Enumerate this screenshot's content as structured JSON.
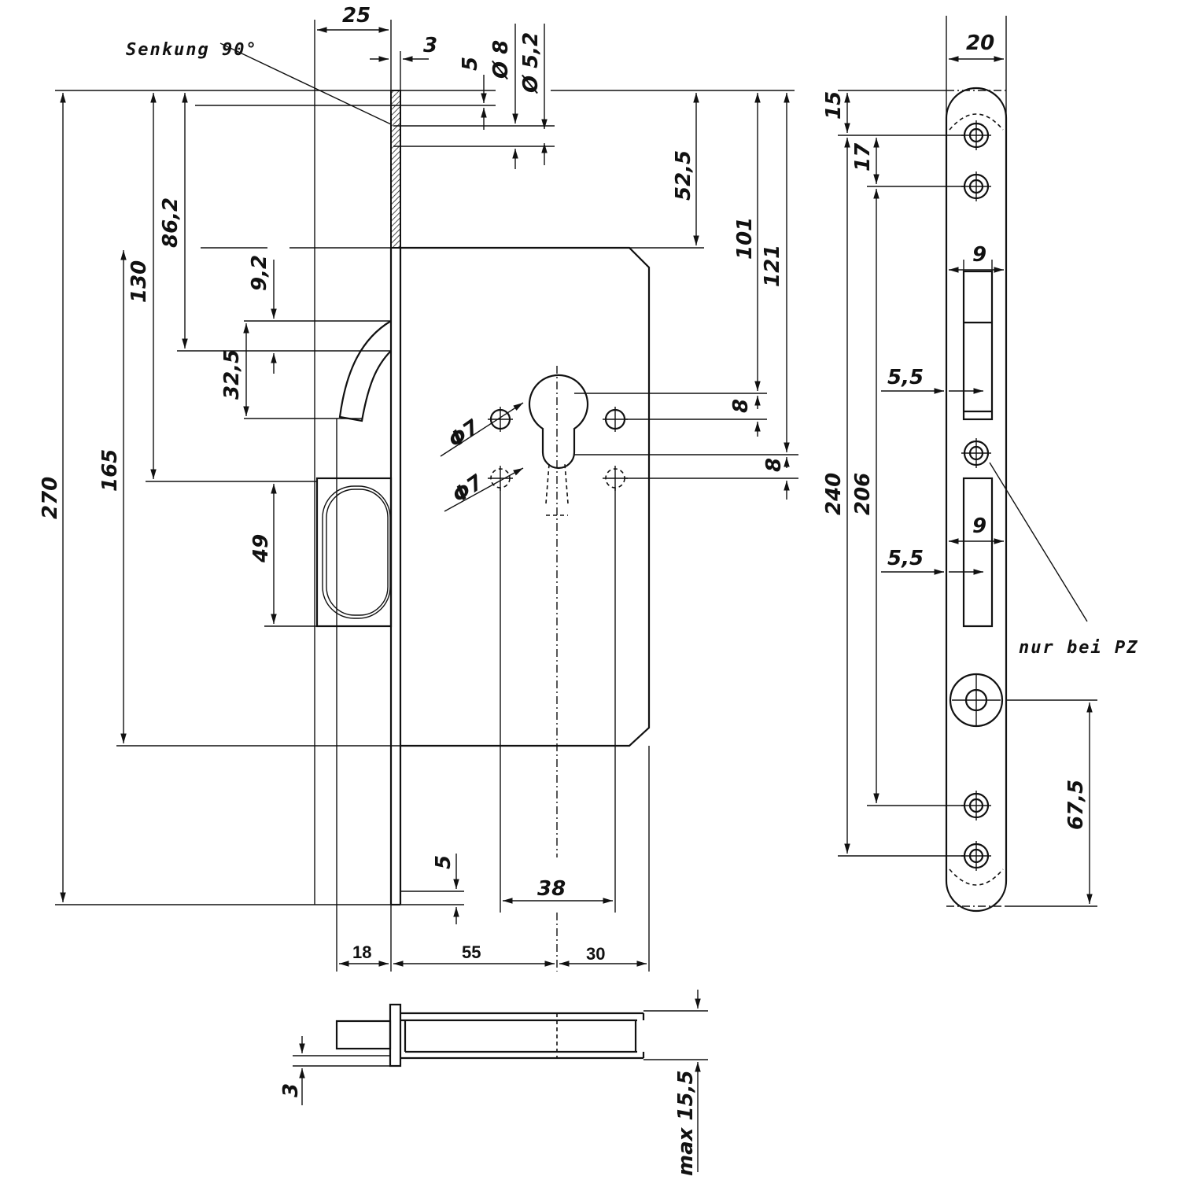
{
  "drawing": {
    "subject": "Mortise lock dimension drawing",
    "units": "mm",
    "colors": {
      "ink": "#111111",
      "paper": "#ffffff"
    }
  },
  "notes": {
    "countersink": "Senkung 90°",
    "pz_only": "nur bei PZ"
  },
  "front_view": {
    "dims": {
      "backset_top": "25",
      "faceplate_thickness": "3",
      "hole_offset": "5",
      "countersink_dia": "Ø 8",
      "hole_dia": "Ø 5,2",
      "total_height": "270",
      "case_height": "165",
      "to_latch_center": "86,2",
      "to_latch_top": "130",
      "latch_offset": "9,2",
      "latch_height": "32,5",
      "bolt_height": "49",
      "to_case_top": "52,5",
      "to_cylinder_center": "101",
      "to_cylinder_lower": "121",
      "spindle_to_hole": "8",
      "cylinder_to_hole": "8",
      "pin_dia_upper": "Φ7",
      "pin_dia_lower": "Φ7",
      "bottom_offset": "5",
      "pin_spacing": "38",
      "bolt_projection": "18",
      "backset": "55",
      "case_rest": "30"
    }
  },
  "side_view": {
    "dims": {
      "faceplate_width": "20",
      "top_offset": "15",
      "screw_spacing": "17",
      "latch_slot_width": "9",
      "latch_offset": "5,5",
      "bolt_slot_width": "9",
      "bolt_offset": "5,5",
      "screw_outer_span": "240",
      "screw_inner_span": "206",
      "bottom_to_center": "67,5"
    }
  },
  "bottom_view": {
    "dims": {
      "faceplate_thickness": "3",
      "case_depth": "max 15,5"
    }
  }
}
